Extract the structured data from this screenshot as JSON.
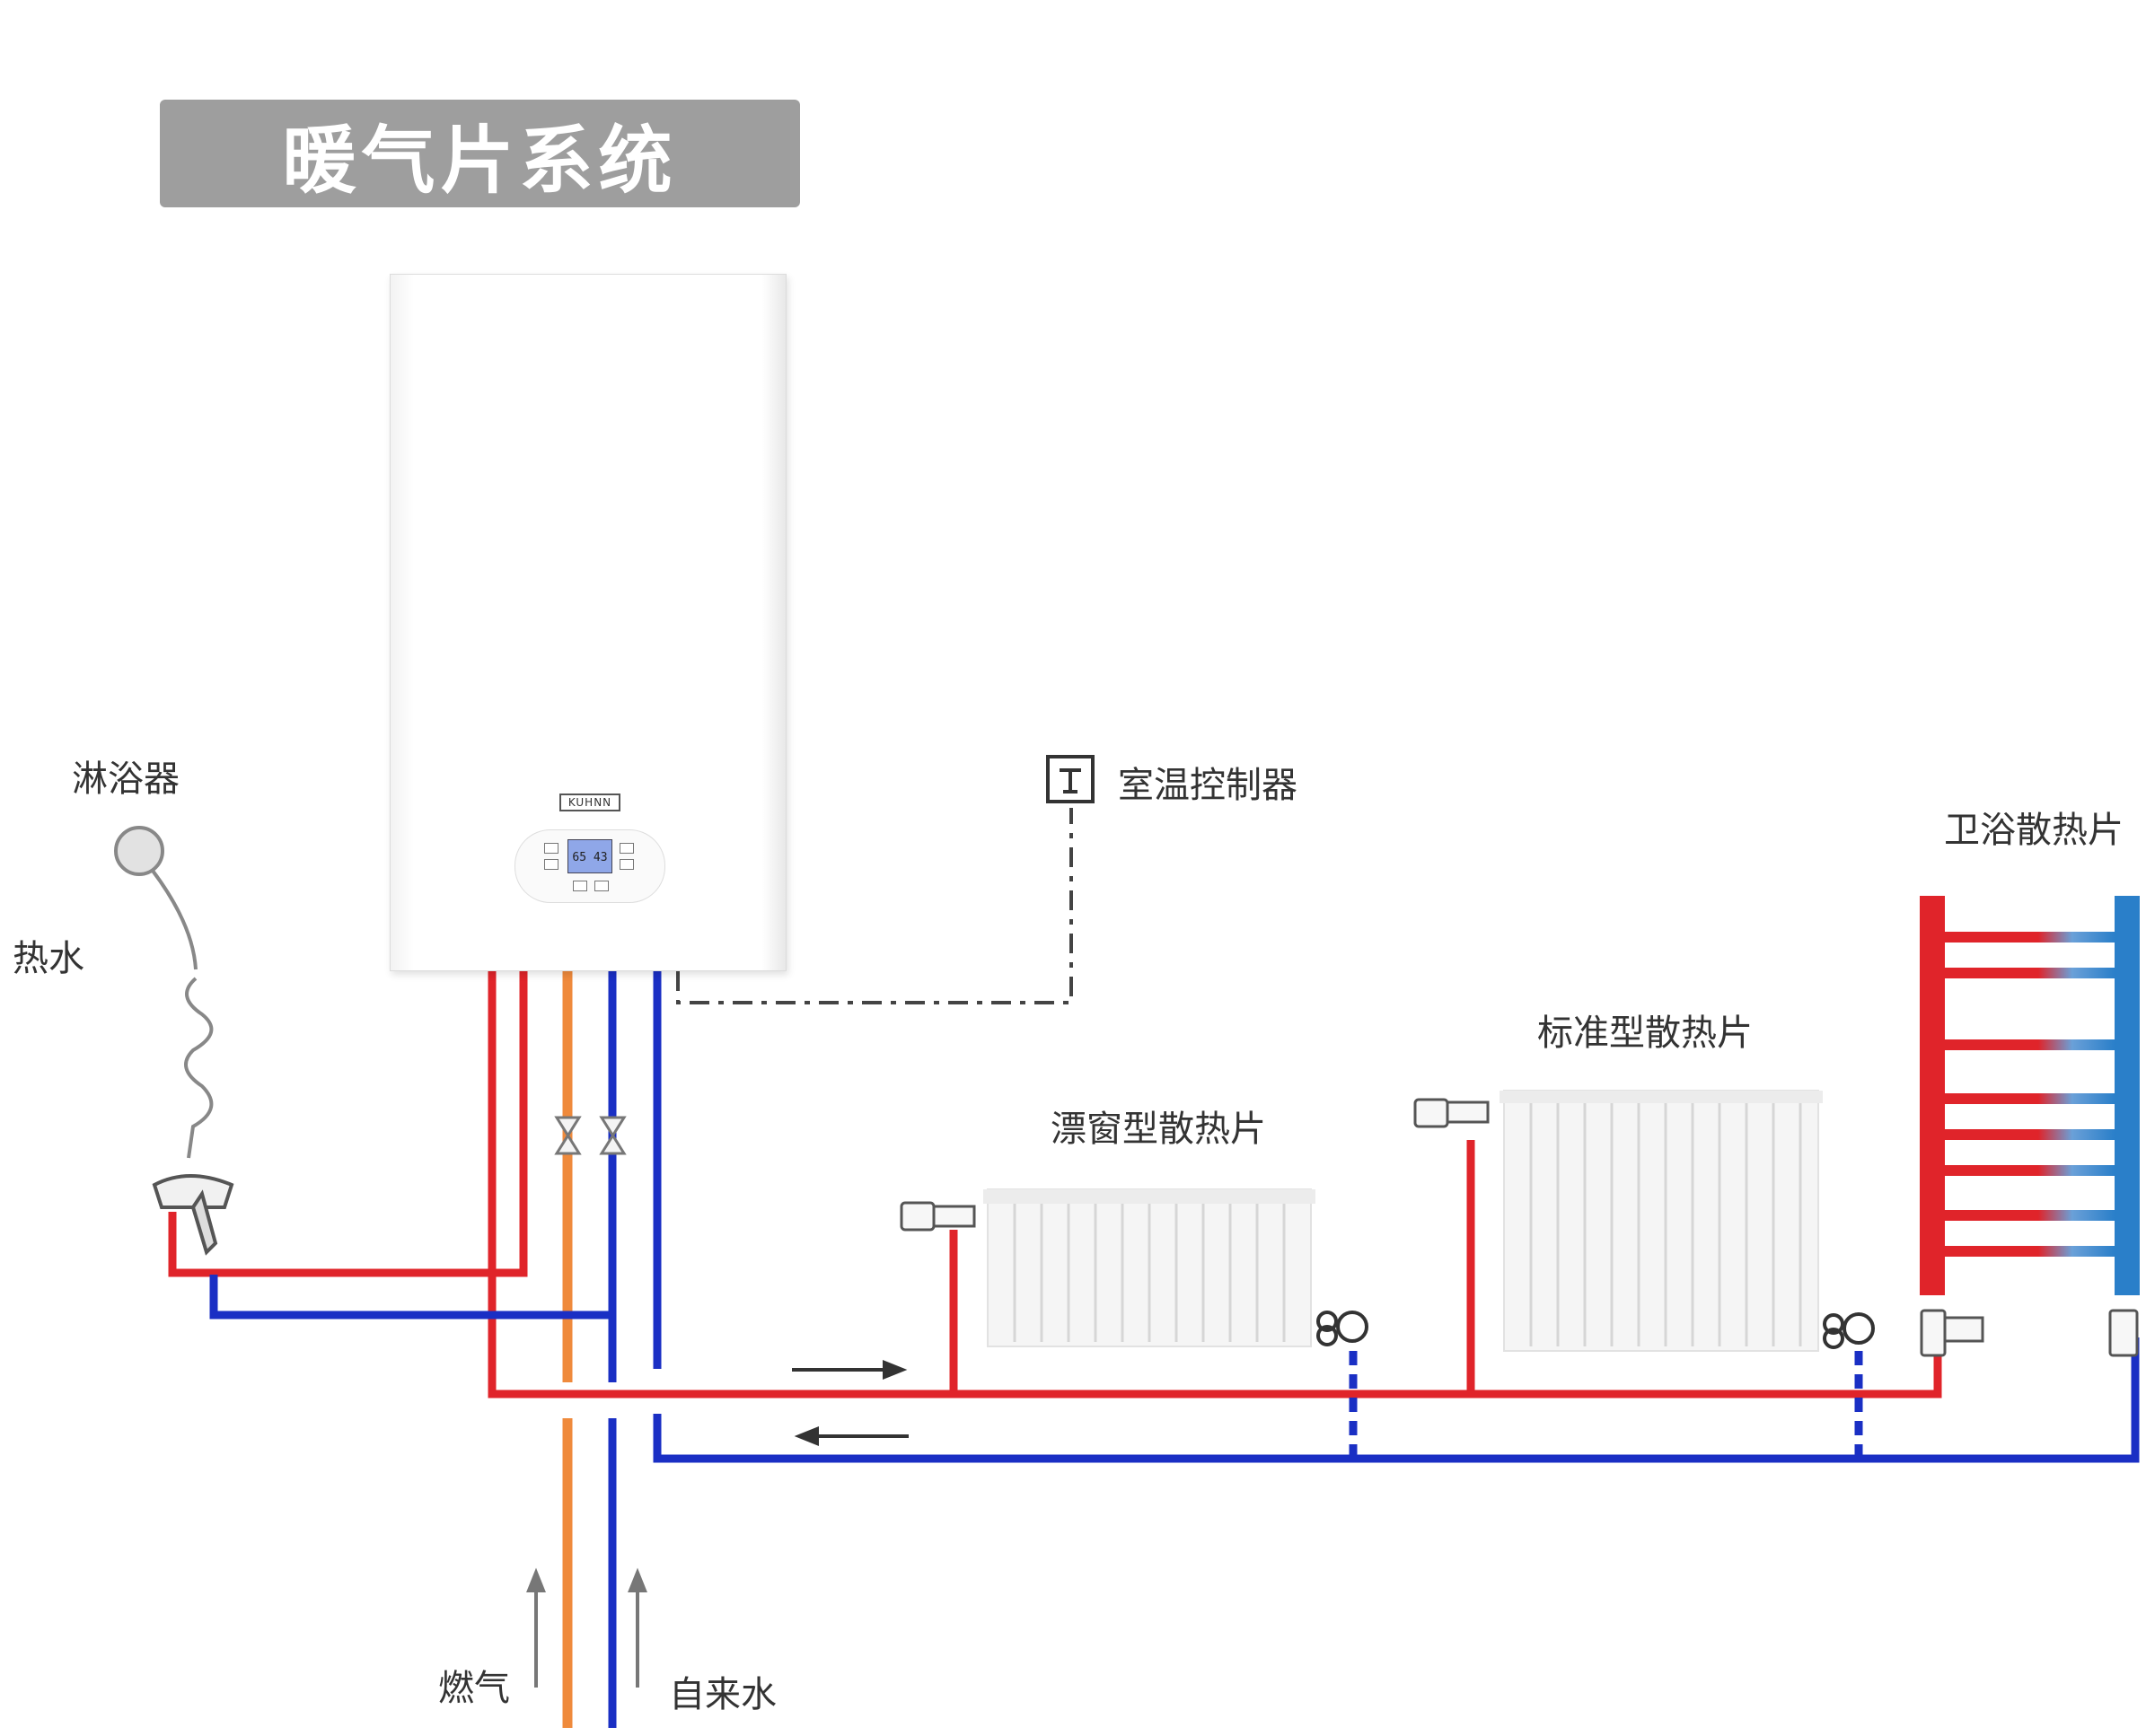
{
  "title": "暖气片系统",
  "boiler": {
    "brand": "KUHNN",
    "display_left": "65",
    "display_right": "43"
  },
  "labels": {
    "shower": "淋浴器",
    "hot_water": "热水",
    "thermostat": "室温控制器",
    "window_radiator": "漂窗型散热片",
    "standard_radiator": "标准型散热片",
    "bathroom_radiator": "卫浴散热片",
    "gas": "燃气",
    "tap_water": "自来水"
  },
  "colors": {
    "hot_pipe": "#e0242a",
    "cold_pipe": "#1a2fc4",
    "gas_pipe": "#ef8a3c",
    "title_bg": "#9e9e9e"
  }
}
